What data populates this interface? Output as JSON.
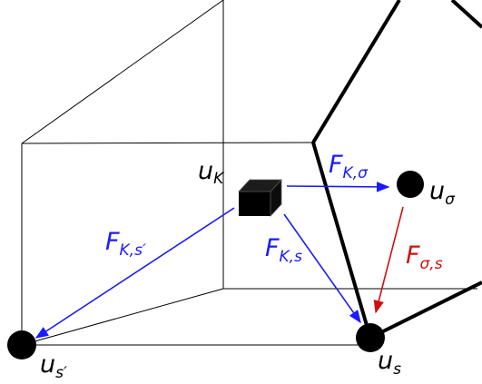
{
  "diagram": {
    "labels": {
      "u_K": {
        "base": "u",
        "sub": "K"
      },
      "u_sigma": {
        "base": "u",
        "sub": "σ"
      },
      "u_s": {
        "base": "u",
        "sub": "s"
      },
      "u_sprime": {
        "base": "u",
        "sub": "s′"
      },
      "F_K_sigma": {
        "base": "F",
        "sub": "K,σ"
      },
      "F_K_s": {
        "base": "F",
        "sub": "K,s"
      },
      "F_K_sprime": {
        "base": "F",
        "sub": "K,s′"
      },
      "F_sigma_s": {
        "base": "F",
        "sub": "σ,s"
      }
    },
    "colors": {
      "flux_blue": "#1a1aff",
      "flux_red": "#d01010",
      "edges": "#000000"
    }
  }
}
